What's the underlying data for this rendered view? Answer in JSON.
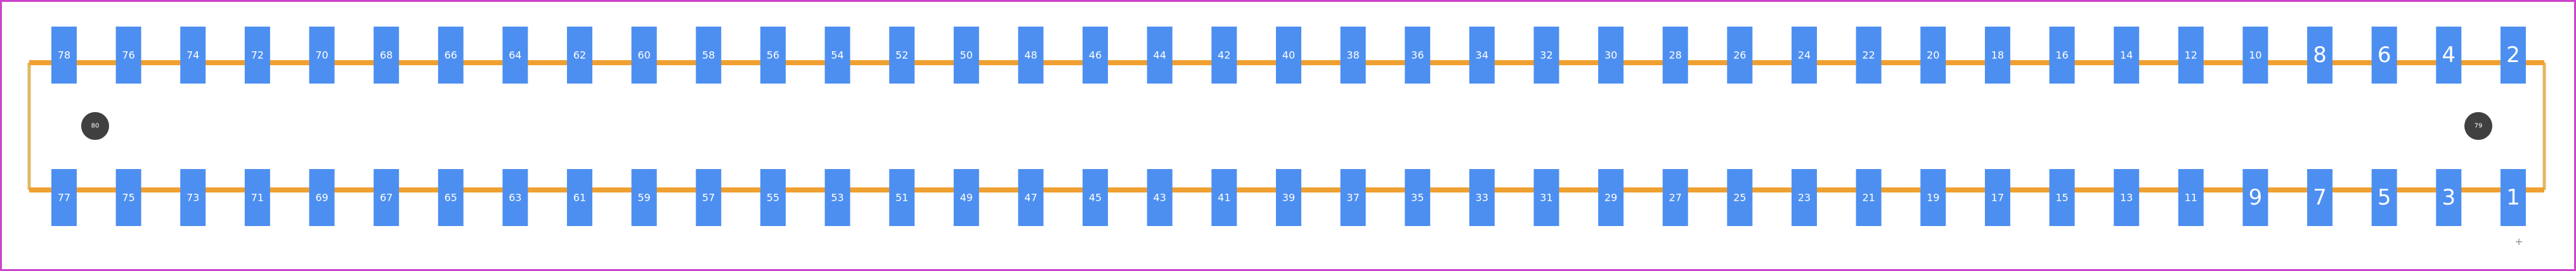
{
  "footprint": {
    "top_row_pins": [
      "78",
      "76",
      "74",
      "72",
      "70",
      "68",
      "66",
      "64",
      "62",
      "60",
      "58",
      "56",
      "54",
      "52",
      "50",
      "48",
      "46",
      "44",
      "42",
      "40",
      "38",
      "36",
      "34",
      "32",
      "30",
      "28",
      "26",
      "24",
      "22",
      "20",
      "18",
      "16",
      "14",
      "12",
      "10",
      "8",
      "6",
      "4",
      "2"
    ],
    "bottom_row_pins": [
      "77",
      "75",
      "73",
      "71",
      "69",
      "67",
      "65",
      "63",
      "61",
      "59",
      "57",
      "55",
      "53",
      "51",
      "49",
      "47",
      "45",
      "43",
      "41",
      "39",
      "37",
      "35",
      "33",
      "31",
      "29",
      "27",
      "25",
      "23",
      "21",
      "19",
      "17",
      "15",
      "13",
      "11",
      "9",
      "7",
      "5",
      "3",
      "1"
    ],
    "mounting_holes": [
      {
        "label": "80",
        "side": "left"
      },
      {
        "label": "79",
        "side": "right"
      }
    ],
    "pin1_marker": "+",
    "colors": {
      "border": "#cc44cc",
      "pad": "#4d8ff0",
      "trace": "#f0a030",
      "body": "#e0b860",
      "hole": "#404040",
      "label": "#ffffff"
    }
  }
}
